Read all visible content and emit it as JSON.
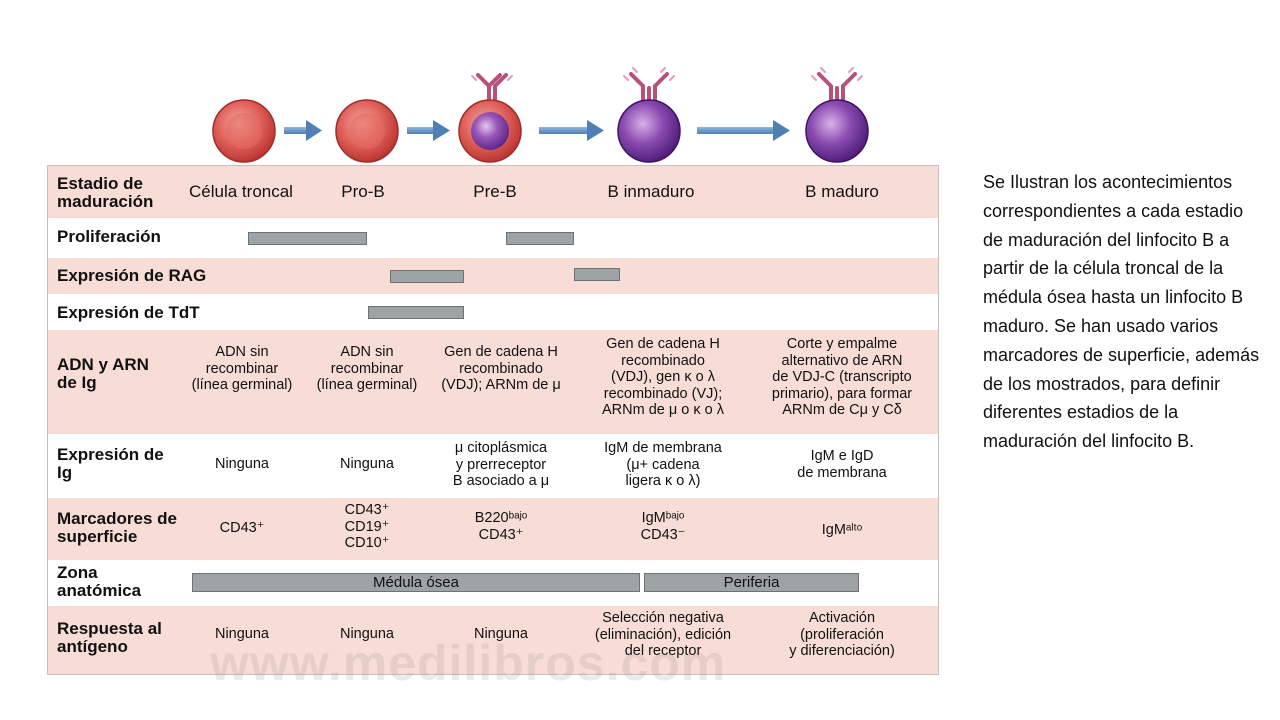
{
  "stages": {
    "label": "Estadio de maduración",
    "cells": [
      "Célula troncal",
      "Pro-B",
      "Pre-B",
      "B inmaduro",
      "B maduro"
    ]
  },
  "proliferacion": {
    "label": "Proliferación",
    "active": [
      {
        "stage": "Célula troncal",
        "to": "Pro-B"
      },
      {
        "stage": "Pre-B"
      }
    ]
  },
  "rag": {
    "label": "Expresión de RAG",
    "active": [
      {
        "stage": "Pro-B",
        "to": "Pre-B"
      },
      {
        "stage": "B inmaduro"
      }
    ]
  },
  "tdt": {
    "label": "Expresión de TdT",
    "active": [
      {
        "stage": "Pro-B"
      }
    ]
  },
  "adn": {
    "label": "ADN y ARN de Ig",
    "cells": [
      "ADN sin\nrecombinar\n(línea germinal)",
      "ADN sin\nrecombinar\n(línea germinal)",
      "Gen de cadena H\nrecombinado\n(VDJ); ARNm de μ",
      "Gen de cadena H\nrecombinado\n(VDJ), gen κ o λ\nrecombinado (VJ);\nARNm de μ o κ o λ",
      "Corte y empalme\nalternativo de ARN\nde VDJ-C (transcripto\nprimario), para formar\nARNm de Cμ y Cδ"
    ]
  },
  "expresion_ig": {
    "label": "Expresión de Ig",
    "cells": [
      "Ninguna",
      "Ninguna",
      "μ citoplásmica\ny prerreceptor\nB asociado a μ",
      "IgM de membrana\n(μ+ cadena\nligera κ o λ)",
      "IgM e IgD\nde membrana"
    ]
  },
  "marcadores": {
    "label": "Marcadores de superficie",
    "cells": [
      "CD43⁺",
      "CD43⁺\nCD19⁺\nCD10⁺",
      "B220ᵇᵃʲᵒ\nCD43⁺",
      "IgMᵇᵃʲᵒ\nCD43⁻",
      "IgMᵃˡᵗᵒ"
    ]
  },
  "zona": {
    "label": "Zona anatómica",
    "medula": "Médula ósea",
    "periferia": "Periferia"
  },
  "respuesta": {
    "label": "Respuesta al antígeno",
    "cells": [
      "Ninguna",
      "Ninguna",
      "Ninguna",
      "Selección negativa\n(eliminación), edición\ndel receptor",
      "Activación\n(proliferación\ny diferenciación)"
    ]
  },
  "watermark": "www.medilibros.com",
  "caption": "Se Ilustran los acontecimientos correspondientes a cada estadio de maduración del linfocito B a partir de la célula troncal de la médula ósea hasta un linfocito B maduro. Se han usado varios marcadores de superficie, además de los mostrados, para definir diferentes estadios de la maduración del linfocito B.",
  "colors": {
    "row_pink": "#f8ddd6",
    "bar_gray": "#9ea3a6",
    "cell_red": "#d9534f",
    "nucleus_purple": "#7b3fa0",
    "receptor_pink": "#b8507a",
    "arrow_blue": "#5b8ec4"
  }
}
